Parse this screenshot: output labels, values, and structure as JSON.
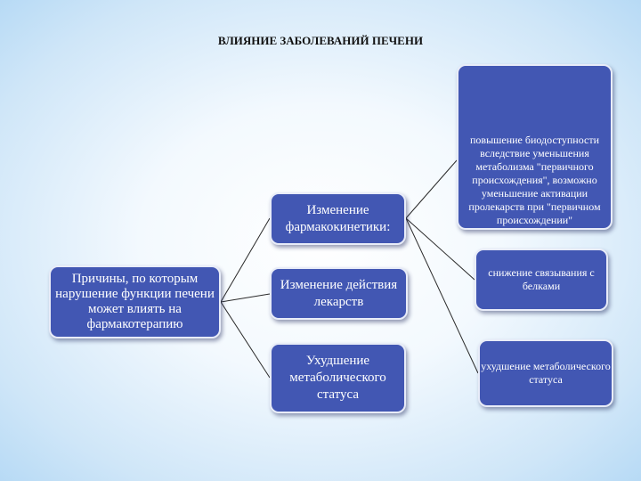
{
  "title": "ВЛИЯНИЕ ЗАБОЛЕВАНИЙ ПЕЧЕНИ",
  "root": "Причины, по которым нарушение функции печени может влиять на фармакотерапию",
  "middle": [
    "Изменение фармакокинетики:",
    "Изменение действия лекарств",
    "Ухудшение метаболического статуса"
  ],
  "right": [
    "повышение биодоступности вследствие уменьшения метаболизма \"первичного происхождения\", возможно уменьшение активации пролекарств при \"первичном происхождении\"",
    "снижение связывания с белками",
    "ухудшение метаболического статуса"
  ],
  "colors": {
    "box_fill": "#4257b3",
    "box_border": "#e8ecf8",
    "line": "#2a2a2a"
  }
}
